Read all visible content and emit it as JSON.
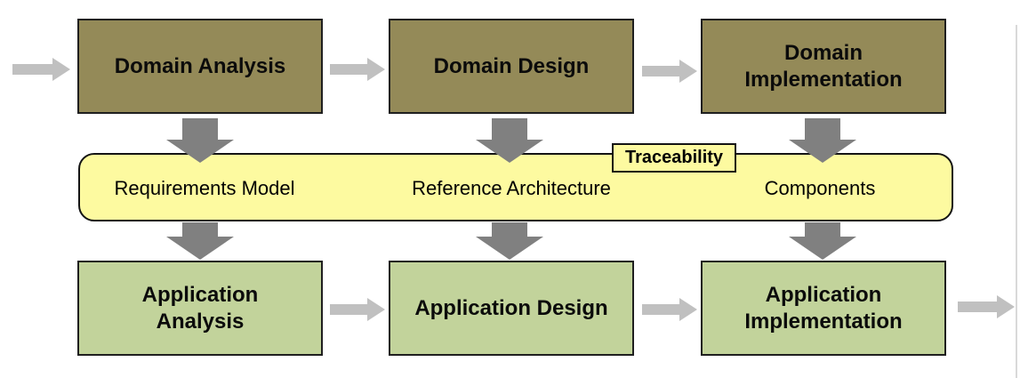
{
  "colors": {
    "domain_box_fill": "#948A58",
    "application_box_fill": "#C2D39B",
    "band_fill": "#FDFAA0",
    "box_border": "#1F1F1F",
    "horizontal_arrow": "#C0C0C0",
    "vertical_arrow": "#808080"
  },
  "top_row": {
    "boxes": [
      {
        "label": "Domain Analysis"
      },
      {
        "label": "Domain Design"
      },
      {
        "label": "Domain Implementation"
      }
    ]
  },
  "band": {
    "tag": "Traceability",
    "items": [
      {
        "label": "Requirements Model"
      },
      {
        "label": "Reference Architecture"
      },
      {
        "label": "Components"
      }
    ]
  },
  "bottom_row": {
    "boxes": [
      {
        "label": "Application Analysis"
      },
      {
        "label": "Application Design"
      },
      {
        "label": "Application Implementation"
      }
    ]
  }
}
